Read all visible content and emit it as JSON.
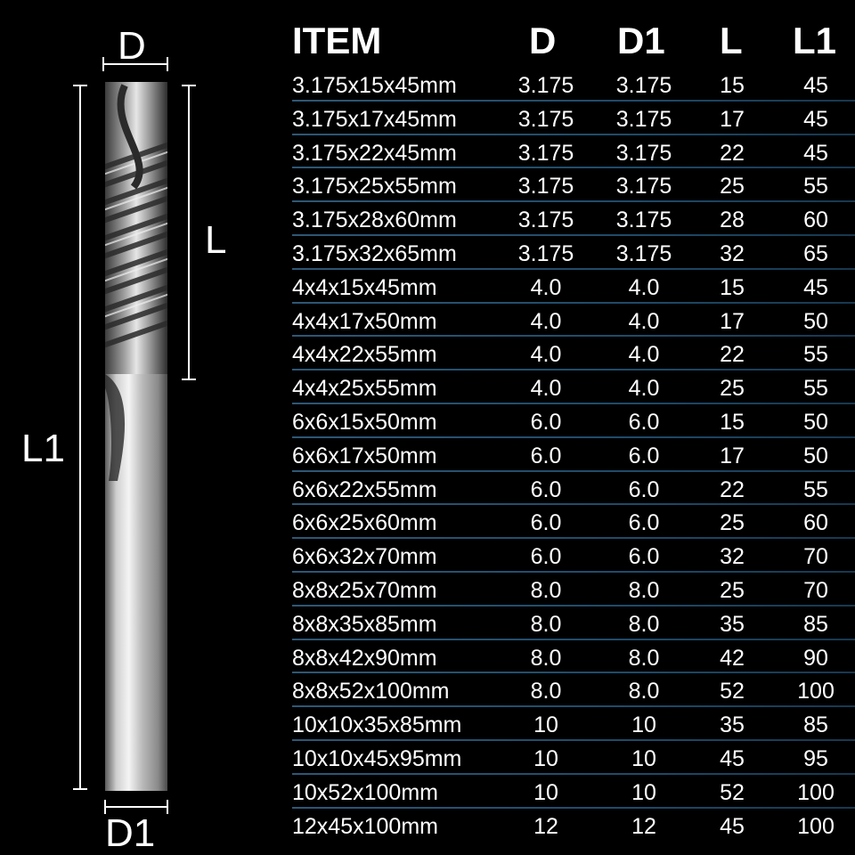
{
  "labels": {
    "d": "D",
    "l": "L",
    "l1": "L1",
    "d1": "D1"
  },
  "table": {
    "headers": {
      "item": "ITEM",
      "d": "D",
      "d1": "D1",
      "l": "L",
      "l1": "L1"
    },
    "rows": [
      {
        "item": "3.175x15x45mm",
        "d": "3.175",
        "d1": "3.175",
        "l": "15",
        "l1": "45"
      },
      {
        "item": "3.175x17x45mm",
        "d": "3.175",
        "d1": "3.175",
        "l": "17",
        "l1": "45"
      },
      {
        "item": "3.175x22x45mm",
        "d": "3.175",
        "d1": "3.175",
        "l": "22",
        "l1": "45"
      },
      {
        "item": "3.175x25x55mm",
        "d": "3.175",
        "d1": "3.175",
        "l": "25",
        "l1": "55"
      },
      {
        "item": "3.175x28x60mm",
        "d": "3.175",
        "d1": "3.175",
        "l": "28",
        "l1": "60"
      },
      {
        "item": "3.175x32x65mm",
        "d": "3.175",
        "d1": "3.175",
        "l": "32",
        "l1": "65"
      },
      {
        "item": "4x4x15x45mm",
        "d": "4.0",
        "d1": "4.0",
        "l": "15",
        "l1": "45"
      },
      {
        "item": "4x4x17x50mm",
        "d": "4.0",
        "d1": "4.0",
        "l": "17",
        "l1": "50"
      },
      {
        "item": "4x4x22x55mm",
        "d": "4.0",
        "d1": "4.0",
        "l": "22",
        "l1": "55"
      },
      {
        "item": "4x4x25x55mm",
        "d": "4.0",
        "d1": "4.0",
        "l": "25",
        "l1": "55"
      },
      {
        "item": "6x6x15x50mm",
        "d": "6.0",
        "d1": "6.0",
        "l": "15",
        "l1": "50"
      },
      {
        "item": "6x6x17x50mm",
        "d": "6.0",
        "d1": "6.0",
        "l": "17",
        "l1": "50"
      },
      {
        "item": "6x6x22x55mm",
        "d": "6.0",
        "d1": "6.0",
        "l": "22",
        "l1": "55"
      },
      {
        "item": "6x6x25x60mm",
        "d": "6.0",
        "d1": "6.0",
        "l": "25",
        "l1": "60"
      },
      {
        "item": "6x6x32x70mm",
        "d": "6.0",
        "d1": "6.0",
        "l": "32",
        "l1": "70"
      },
      {
        "item": "8x8x25x70mm",
        "d": "8.0",
        "d1": "8.0",
        "l": "25",
        "l1": "70"
      },
      {
        "item": "8x8x35x85mm",
        "d": "8.0",
        "d1": "8.0",
        "l": "35",
        "l1": "85"
      },
      {
        "item": "8x8x42x90mm",
        "d": "8.0",
        "d1": "8.0",
        "l": "42",
        "l1": "90"
      },
      {
        "item": "8x8x52x100mm",
        "d": "8.0",
        "d1": "8.0",
        "l": "52",
        "l1": "100"
      },
      {
        "item": "10x10x35x85mm",
        "d": "10",
        "d1": "10",
        "l": "35",
        "l1": "85"
      },
      {
        "item": "10x10x45x95mm",
        "d": "10",
        "d1": "10",
        "l": "45",
        "l1": "95"
      },
      {
        "item": "10x52x100mm",
        "d": "10",
        "d1": "10",
        "l": "52",
        "l1": "100"
      },
      {
        "item": "12x45x100mm",
        "d": "12",
        "d1": "12",
        "l": "45",
        "l1": "100"
      }
    ]
  },
  "colors": {
    "background": "#000000",
    "text": "#ffffff",
    "row_rule": "#2e5775"
  }
}
